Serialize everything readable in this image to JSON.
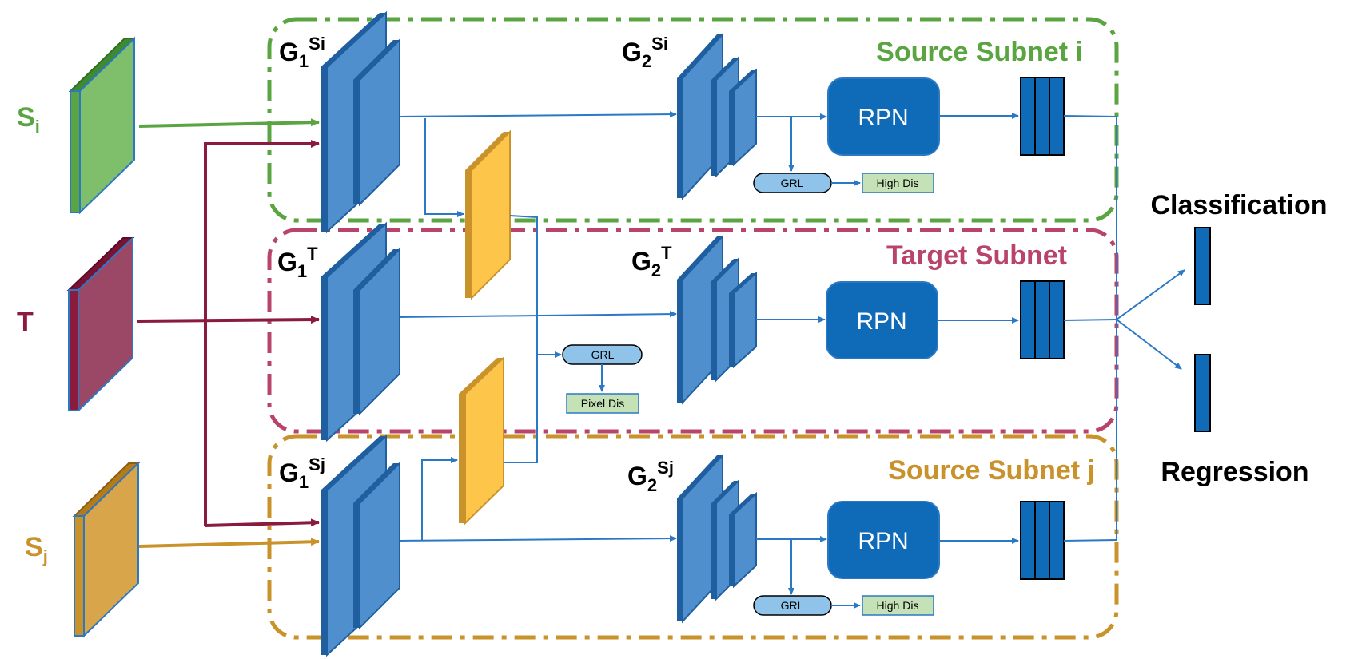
{
  "subnets": {
    "source_i": {
      "title": "Source Subnet i",
      "color": "#5aa542"
    },
    "target": {
      "title": "Target Subnet",
      "color": "#b8446c"
    },
    "source_j": {
      "title": "Source Subnet j",
      "color": "#c9922a"
    }
  },
  "inputs": {
    "si": {
      "main": "S",
      "sub": "i",
      "color": "#5aa542"
    },
    "t": {
      "main": "T",
      "color": "#8a1a3e"
    },
    "sj": {
      "main": "S",
      "sub": "j",
      "color": "#c9922a"
    }
  },
  "blocks": {
    "g1_si": {
      "main": "G",
      "sub": "1",
      "sup": "Si"
    },
    "g2_si": {
      "main": "G",
      "sub": "2",
      "sup": "Si"
    },
    "g1_t": {
      "main": "G",
      "sub": "1",
      "sup": "T"
    },
    "g2_t": {
      "main": "G",
      "sub": "2",
      "sup": "T"
    },
    "g1_sj": {
      "main": "G",
      "sub": "1",
      "sup": "Sj"
    },
    "g2_sj": {
      "main": "G",
      "sub": "2",
      "sup": "Sj"
    }
  },
  "rpn_label": "RPN",
  "grl_label": "GRL",
  "high_dis_label": "High Dis",
  "pixel_dis_label": "Pixel Dis",
  "outputs": {
    "classification": "Classification",
    "regression": "Regression"
  },
  "colors": {
    "block_blue": "#4f8fce",
    "block_dark": "#1f5f9f",
    "rpn_blue": "#0f6ab8",
    "arrow_blue": "#2b78c5",
    "yellow": "#fdc64b",
    "yellow_dark": "#c9922a",
    "grl_fill": "#8fc3ea",
    "dis_fill": "#c5e2b6"
  }
}
